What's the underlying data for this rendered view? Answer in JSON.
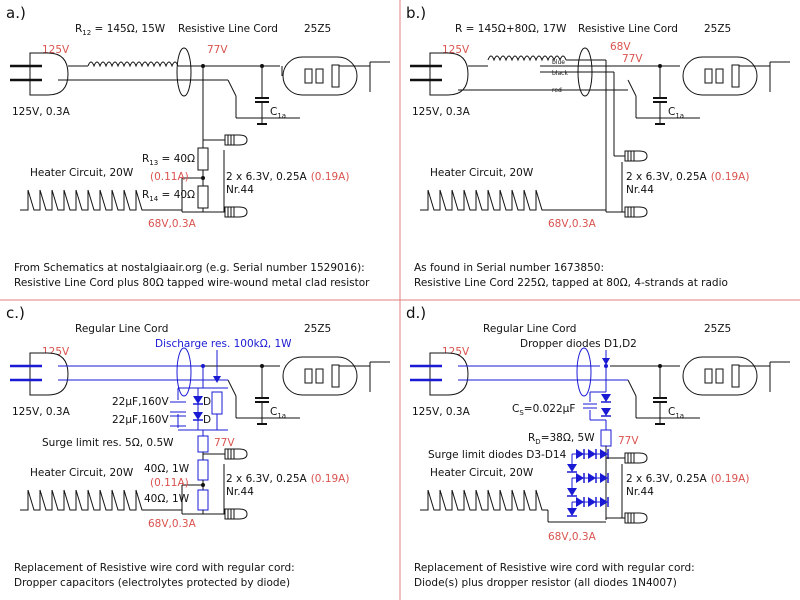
{
  "panels": {
    "a": {
      "label": "a.)",
      "title": "R",
      "title_sub": "12",
      "title_rest": " = 145Ω, 15W",
      "cord": "Resistive Line Cord",
      "tube": "25Z5",
      "v_in": "125V",
      "v_out": "77V",
      "supply": "125V, 0.3A",
      "cap_label": "C",
      "cap_sub": "1a",
      "r13": "R",
      "r13_sub": "13",
      "r13_val": " = 40Ω",
      "r13_current": "(0.11A)",
      "r14": "R",
      "r14_sub": "14",
      "r14_val": " = 40Ω",
      "lamps": "2 x 6.3V, 0.25A",
      "lamps_current": "(0.19A)",
      "lamp_type": "Nr.44",
      "heater": "Heater Circuit, 20W",
      "heater_out": "68V,0.3A",
      "note1": "From Schematics at nostalgiaair.org (e.g. Serial number 1529016):",
      "note2": "Resistive Line Cord plus 80Ω tapped wire-wound metal clad resistor"
    },
    "b": {
      "label": "b.)",
      "title": "R = 145Ω+80Ω, 17W",
      "cord": "Resistive Line Cord",
      "tube": "25Z5",
      "v_in": "125V",
      "v_tap": "68V",
      "v_out": "77V",
      "wire_blue": "blue",
      "wire_black": "black",
      "wire_red": "red",
      "supply": "125V, 0.3A",
      "cap_label": "C",
      "cap_sub": "1a",
      "lamps": "2 x 6.3V, 0.25A",
      "lamps_current": "(0.19A)",
      "lamp_type": "Nr.44",
      "heater": "Heater Circuit, 20W",
      "heater_out": "68V,0.3A",
      "note1": "As found in Serial number 1673850:",
      "note2": "Resistive Line Cord 225Ω, tapped at 80Ω, 4-strands at radio"
    },
    "c": {
      "label": "c.)",
      "cord": "Regular Line Cord",
      "tube": "25Z5",
      "v_in": "125V",
      "discharge": "Discharge res. 100kΩ, 1W",
      "supply": "125V, 0.3A",
      "cap1": "22µF,160V",
      "cap2": "22µF,160V",
      "d": "D",
      "cap_label": "C",
      "cap_sub": "1a",
      "surge": "Surge limit res. 5Ω, 0.5W",
      "v_out": "77V",
      "r1": "40Ω, 1W",
      "r1_current": "(0.11A)",
      "r2": "40Ω, 1W",
      "lamps": "2 x 6.3V, 0.25A",
      "lamps_current": "(0.19A)",
      "lamp_type": "Nr.44",
      "heater": "Heater Circuit, 20W",
      "heater_out": "68V,0.3A",
      "note1": "Replacement of Resistive wire cord with regular cord:",
      "note2": "Dropper capacitors (electrolytes protected by diode)"
    },
    "d": {
      "label": "d.)",
      "cord": "Regular Line Cord",
      "tube": "25Z5",
      "dropper": "Dropper diodes D1,D2",
      "v_in": "125V",
      "supply": "125V, 0.3A",
      "cs": "C",
      "cs_sub": "S",
      "cs_val": "=0.022µF",
      "cap_label": "C",
      "cap_sub": "1a",
      "rd": "R",
      "rd_sub": "D",
      "rd_val": "=38Ω, 5W",
      "v_out": "77V",
      "surge": "Surge limit diodes D3-D14",
      "lamps": "2 x 6.3V, 0.25A",
      "lamps_current": "(0.19A)",
      "lamp_type": "Nr.44",
      "heater": "Heater Circuit, 20W",
      "heater_out": "68V,0.3A",
      "note1": "Replacement of Resistive wire cord with regular cord:",
      "note2": "Diode(s) plus dropper resistor (all diodes 1N4007)"
    }
  }
}
